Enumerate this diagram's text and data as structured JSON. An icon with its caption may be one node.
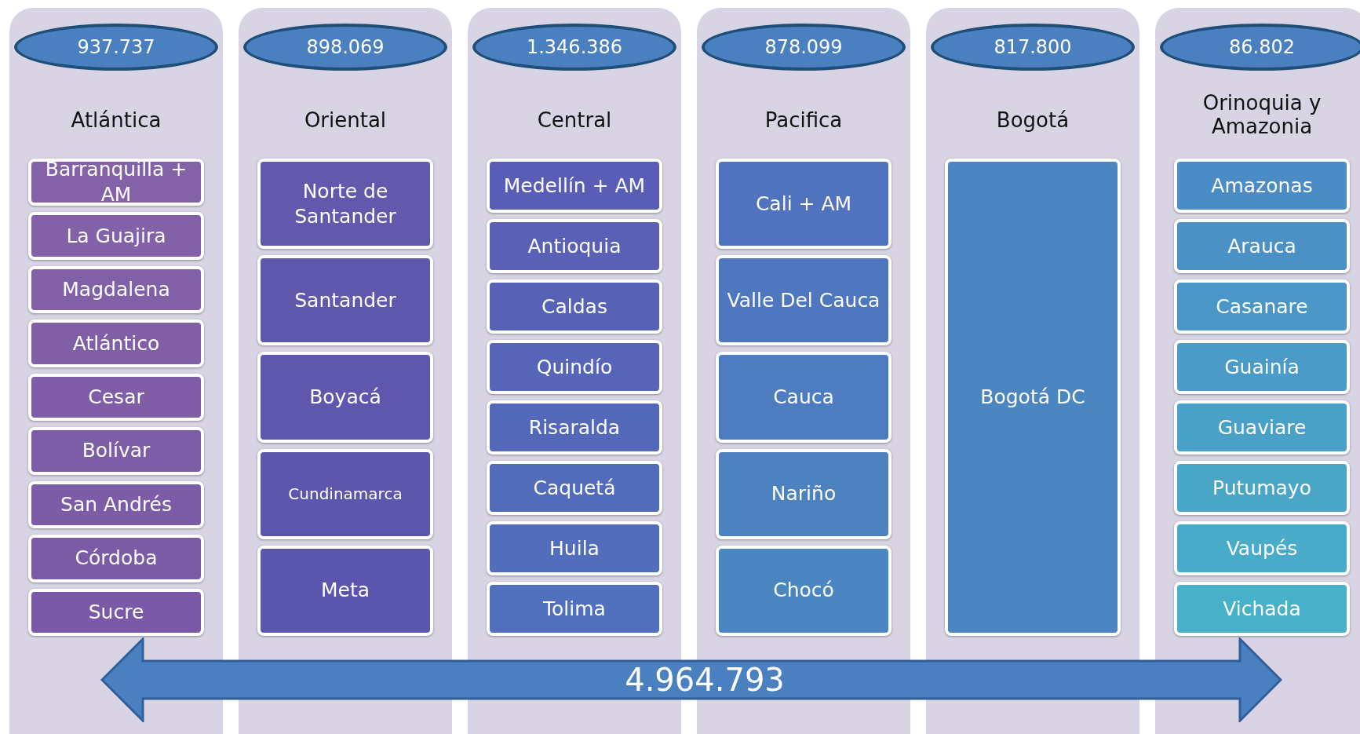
{
  "diagram": {
    "nodes": [
      {
        "text": [
          "Atlántica"
        ]
      },
      {
        "text": [
          "937.737"
        ],
        "in": 0
      },
      {
        "text": [
          "Barranquilla + AM"
        ],
        "in": 0
      },
      {
        "text": [
          "La Guajira"
        ],
        "in": 0
      },
      {
        "text": [
          "Magdalena"
        ],
        "in": 0
      },
      {
        "text": [
          "Atlántico"
        ],
        "in": 0
      },
      {
        "text": [
          "Cesar"
        ],
        "in": 0
      },
      {
        "text": [
          "Bolívar"
        ],
        "in": 0
      },
      {
        "text": [
          "San Andrés"
        ],
        "in": 0
      },
      {
        "text": [
          "Córdoba"
        ],
        "in": 0
      },
      {
        "text": [
          "Sucre"
        ],
        "in": 0
      },
      {
        "text": [
          "Oriental"
        ]
      },
      {
        "text": [
          "898.069"
        ],
        "in": 11
      },
      {
        "text": [
          "Norte de Santander"
        ],
        "in": 11
      },
      {
        "text": [
          "Santander"
        ],
        "in": 11
      },
      {
        "text": [
          "Boyacá"
        ],
        "in": 11
      },
      {
        "text": [
          "Cundinamarca"
        ],
        "in": 11
      },
      {
        "text": [
          "Meta"
        ],
        "in": 11
      },
      {
        "text": [
          "Central"
        ]
      },
      {
        "text": [
          "1.346.386"
        ],
        "in": 18
      },
      {
        "text": [
          "Medellín + AM"
        ],
        "in": 18
      },
      {
        "text": [
          "Antioquia"
        ],
        "in": 18
      },
      {
        "text": [
          "Caldas"
        ],
        "in": 18
      },
      {
        "text": [
          "Quindío"
        ],
        "in": 18
      },
      {
        "text": [
          "Risaralda"
        ],
        "in": 18
      },
      {
        "text": [
          "Caquetá"
        ],
        "in": 18
      },
      {
        "text": [
          "Huila"
        ],
        "in": 18
      },
      {
        "text": [
          "Tolima"
        ],
        "in": 18
      },
      {
        "text": [
          "Pacifica"
        ]
      },
      {
        "text": [
          "878.099"
        ],
        "in": 28
      },
      {
        "text": [
          "Cali + AM"
        ],
        "in": 28
      },
      {
        "text": [
          "Valle Del Cauca"
        ],
        "in": 28
      },
      {
        "text": [
          "Cauca"
        ],
        "in": 28
      },
      {
        "text": [
          "Nariño"
        ],
        "in": 28
      },
      {
        "text": [
          "Chocó"
        ],
        "in": 28
      },
      {
        "text": [
          "Bogotá"
        ]
      },
      {
        "text": [
          "817.800"
        ],
        "in": 35
      },
      {
        "text": [
          "Bogotá DC"
        ],
        "in": 35
      },
      {
        "text": [
          "Orinoquia y Amazonia"
        ]
      },
      {
        "text": [
          "86.802"
        ],
        "in": 38
      },
      {
        "text": [
          "Amazonas"
        ],
        "in": 38
      },
      {
        "text": [
          "Arauca"
        ],
        "in": 38
      },
      {
        "text": [
          "Casanare"
        ],
        "in": 38
      },
      {
        "text": [
          "Guainía"
        ],
        "in": 38
      },
      {
        "text": [
          "Guaviare"
        ],
        "in": 38
      },
      {
        "text": [
          "Putumayo"
        ],
        "in": 38
      },
      {
        "text": [
          "Vaupés"
        ],
        "in": 38
      },
      {
        "text": [
          "Vichada"
        ],
        "in": 38
      },
      {
        "text": [
          "4.964.793"
        ]
      }
    ]
  }
}
